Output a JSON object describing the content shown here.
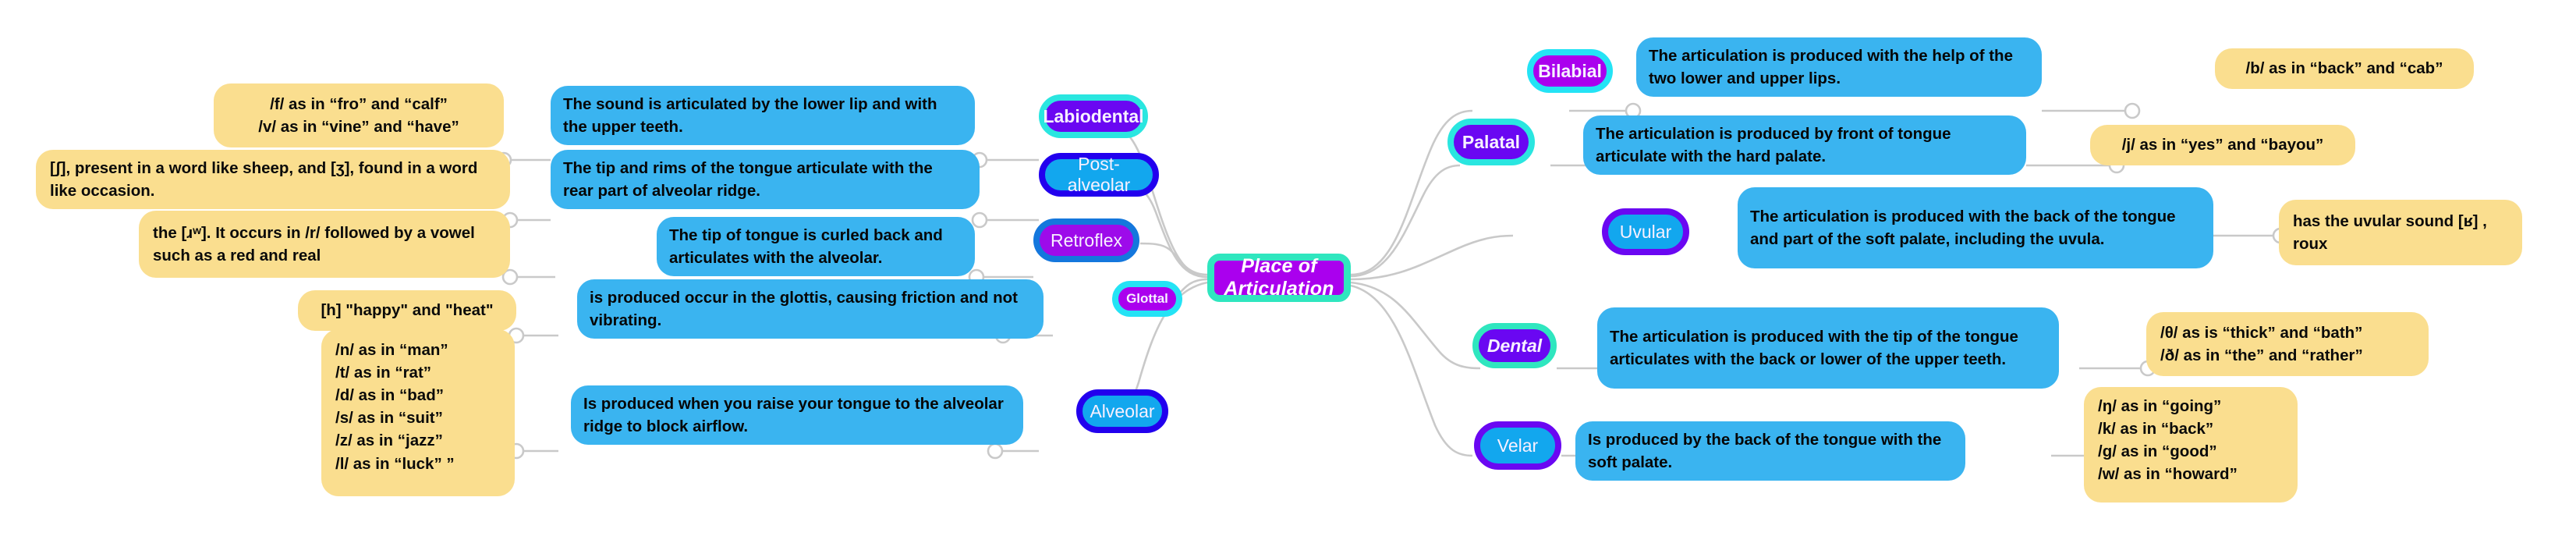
{
  "root": {
    "label": "Place of Articulation",
    "fill": "#aa00ee",
    "border": "#2fe6bf"
  },
  "branches": [
    {
      "id": "labiodental",
      "label": "Labiodental",
      "description": "The sound is articulated by the lower lip and with the upper teeth.",
      "examples": "/f/ as in “fro” and “calf”\n  /v/ as in “vine” and “have”"
    },
    {
      "id": "post-alveolar",
      "label": "Post-alveolar",
      "description": "The tip and rims of the tongue articulate with the rear part of alveolar ridge.",
      "examples": "[ʃ], present in a word like sheep, and [ʒ], found in a word like occasion."
    },
    {
      "id": "retroflex",
      "label": "Retroflex",
      "description": "The tip of tongue is curled back and articulates with the alveolar.",
      "examples": "the [ɹʷ]. It occurs in /r/ followed by a vowel such as a red and real"
    },
    {
      "id": "glottal",
      "label": "Glottal",
      "description": "is produced occur in the glottis, causing friction and not vibrating.",
      "examples": "[h] \"happy\" and \"heat\""
    },
    {
      "id": "alveolar",
      "label": "Alveolar",
      "description": "Is produced when you raise your tongue to the alveolar ridge to block airflow.",
      "examples": "/n/ as in “man”\n   /t/ as in  “rat”\n   /d/ as in “bad”\n   /s/ as in “suit”\n   /z/ as in “jazz”\n   /l/ as in “luck” ”"
    },
    {
      "id": "bilabial",
      "label": "Bilabial",
      "description": "The articulation is produced with the help of the two lower and upper lips.",
      "examples": "/b/ as in “back” and “cab”"
    },
    {
      "id": "palatal",
      "label": "Palatal",
      "description": "The articulation is produced by front of tongue articulate with the hard palate.",
      "examples": "/j/ as in “yes” and “bayou”"
    },
    {
      "id": "uvular",
      "label": "Uvular",
      "description": "The articulation is produced with the back of the tongue and part of the soft palate, including the uvula.",
      "examples": "has the uvular sound [ʁ] , roux"
    },
    {
      "id": "dental",
      "label": "Dental",
      "description": "The articulation is produced with the tip of the tongue articulates with the back or lower of the upper teeth.",
      "examples": "/θ/ as is “thick” and “bath”\n   /ð/ as in “the” and “rather”"
    },
    {
      "id": "velar",
      "label": "Velar",
      "description": "Is produced by the back of the tongue with the soft palate.",
      "examples": "/ŋ/ as in “going”\n   /k/ as in  “back”\n   /g/ as in “good”\n   /w/ as in “howard”"
    }
  ],
  "colors": {
    "description_fill": "#3ab4f0",
    "example_fill": "#fade8f",
    "connector": "#c9c9c9",
    "violet": "#aa00ee",
    "purple": "#6a07f2",
    "cyan": "#24e3f5",
    "turquoise": "#2fe6bf",
    "navy": "#2200ee",
    "light_blue": "#12a7ee"
  }
}
